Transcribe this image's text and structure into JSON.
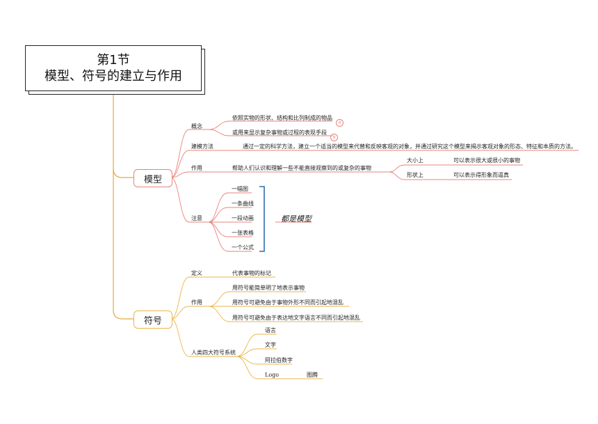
{
  "title": {
    "line1": "第1节",
    "line2": "模型、符号的建立与作用"
  },
  "model": {
    "label": "模型",
    "concept": {
      "label": "概念",
      "items": [
        "依照实物的形状、结构和比列制成的物品",
        "或用来显示复杂事物或过程的表现手段"
      ],
      "badges": [
        "4",
        "9"
      ]
    },
    "method": {
      "label": "建模方法",
      "text": "通过一定的科学方法，建立一个适当的模型来代替和反映客观的对象，并通过研究这个模型来揭示客观对象的形态、特征和本质的方法。"
    },
    "function": {
      "label": "作用",
      "text": "帮助人们认识和理解一些不能直接观察到的或复杂的事物",
      "sub": [
        {
          "label": "大小上",
          "text": "可以表示很大或很小的事物"
        },
        {
          "label": "形状上",
          "text": "可以表示得形象而逼真"
        }
      ]
    },
    "note": {
      "label": "注意",
      "items": [
        "一幅图",
        "一条曲线",
        "一段动画",
        "一张表格",
        "一个公式"
      ],
      "summary": "都是模型"
    }
  },
  "symbol": {
    "label": "符号",
    "definition": {
      "label": "定义",
      "text": "代表事物的标记"
    },
    "function": {
      "label": "作用",
      "items": [
        "用符号能简单明了地表示事物",
        "用符号可避免由于事物外形不同而引起地混乱",
        "用符号可避免由于表达地文字语言不同而引起地混乱"
      ]
    },
    "four": {
      "label": "人类四大符号系统",
      "items": [
        "语言",
        "文字",
        "阿拉伯数字",
        "Logo"
      ],
      "logo_note": "图腾"
    }
  },
  "colors": {
    "model_branch": "#e8837a",
    "symbol_branch": "#eab54a",
    "root_trunk": "#e3a93d",
    "bracket": "#2d6fae"
  }
}
